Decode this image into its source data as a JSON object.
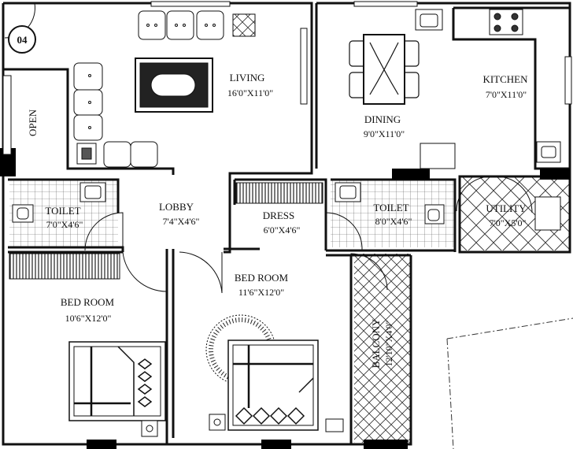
{
  "unit_number": "04",
  "rooms": {
    "living": {
      "name": "LIVING",
      "size": "16'0\"X11'0\""
    },
    "dining": {
      "name": "DINING",
      "size": "9'0\"X11'0\""
    },
    "kitchen": {
      "name": "KITCHEN",
      "size": "7'0\"X11'0\""
    },
    "open": {
      "name": "OPEN"
    },
    "toilet_left": {
      "name": "TOILET",
      "size": "7'0\"X4'6\""
    },
    "lobby": {
      "name": "LOBBY",
      "size": "7'4\"X4'6\""
    },
    "dress": {
      "name": "DRESS",
      "size": "6'0\"X4'6\""
    },
    "toilet_right": {
      "name": "TOILET",
      "size": "8'0\"X4'6\""
    },
    "utility": {
      "name": "UTILITY",
      "size": "7'0\"X5'0\""
    },
    "bedroom_left": {
      "name": "BED ROOM",
      "size": "10'6\"X12'0\""
    },
    "bedroom_center": {
      "name": "BED ROOM",
      "size": "11'6\"X12'0\""
    },
    "balcony": {
      "name": "BALCONY",
      "size": "12'10\"X4'0\""
    }
  },
  "icons": {
    "unit_badge": "circle-badge",
    "door_arc": "door-swing-arc",
    "rug": "round-rug",
    "sofa": "sofa",
    "table": "table",
    "bed": "bed",
    "sink": "sink",
    "wc": "toilet-fixture",
    "stove": "stove"
  }
}
